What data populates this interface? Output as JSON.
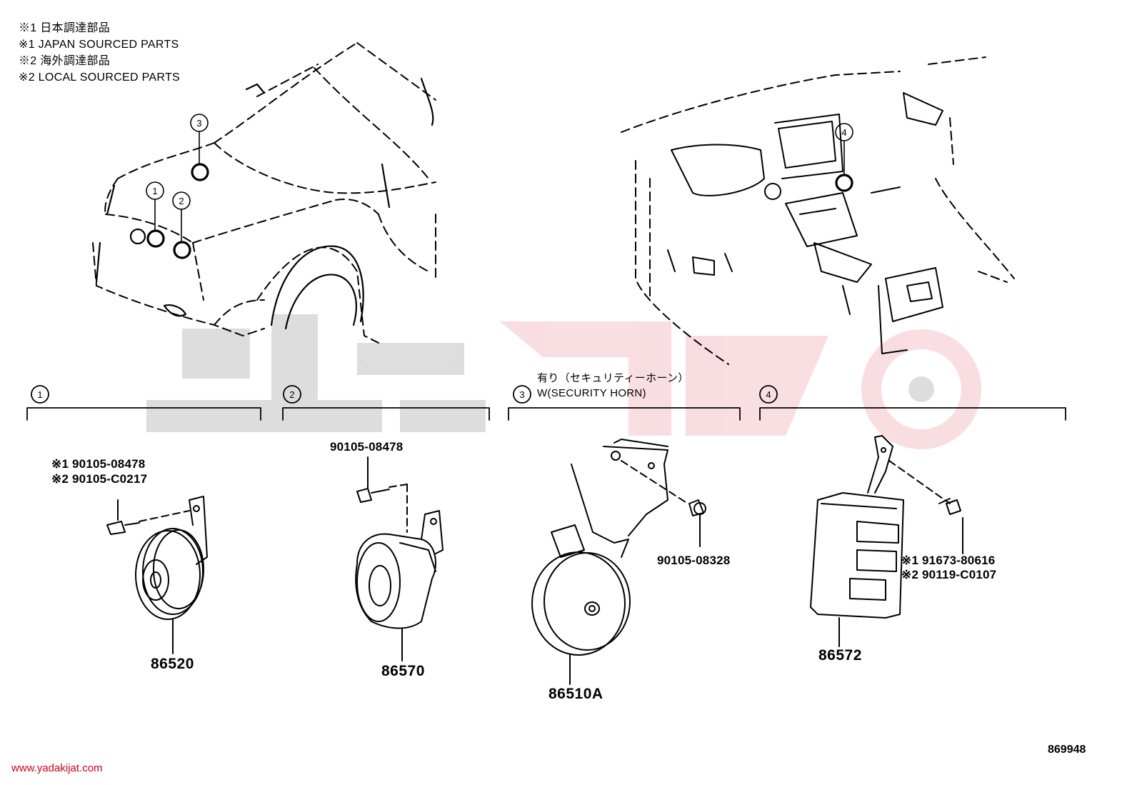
{
  "legend": {
    "line1": "※1 日本調達部品",
    "line2": "※1 JAPAN SOURCED PARTS",
    "line3": "※2 海外調達部品",
    "line4": "※2 LOCAL SOURCED PARTS"
  },
  "callouts": {
    "c1": "1",
    "c2": "2",
    "c3": "3",
    "c4": "4"
  },
  "sections": [
    {
      "num": "1",
      "part_number": "86520",
      "bolt_lines": [
        "※1 90105-08478",
        "※2 90105-C0217"
      ]
    },
    {
      "num": "2",
      "part_number": "86570",
      "bolt_lines": [
        "90105-08478"
      ]
    },
    {
      "num": "3",
      "part_number": "86510A",
      "bolt_lines": [
        "90105-08328"
      ],
      "note_jp": "有り（セキュリティーホーン）",
      "note_en": "W(SECURITY HORN)"
    },
    {
      "num": "4",
      "part_number": "86572",
      "bolt_lines": [
        "※1 91673-80616",
        "※2 90119-C0107"
      ]
    }
  ],
  "watermark": {
    "url": "www.yadakijat.com",
    "color": "#d0001e"
  },
  "diagram_number": "869948"
}
